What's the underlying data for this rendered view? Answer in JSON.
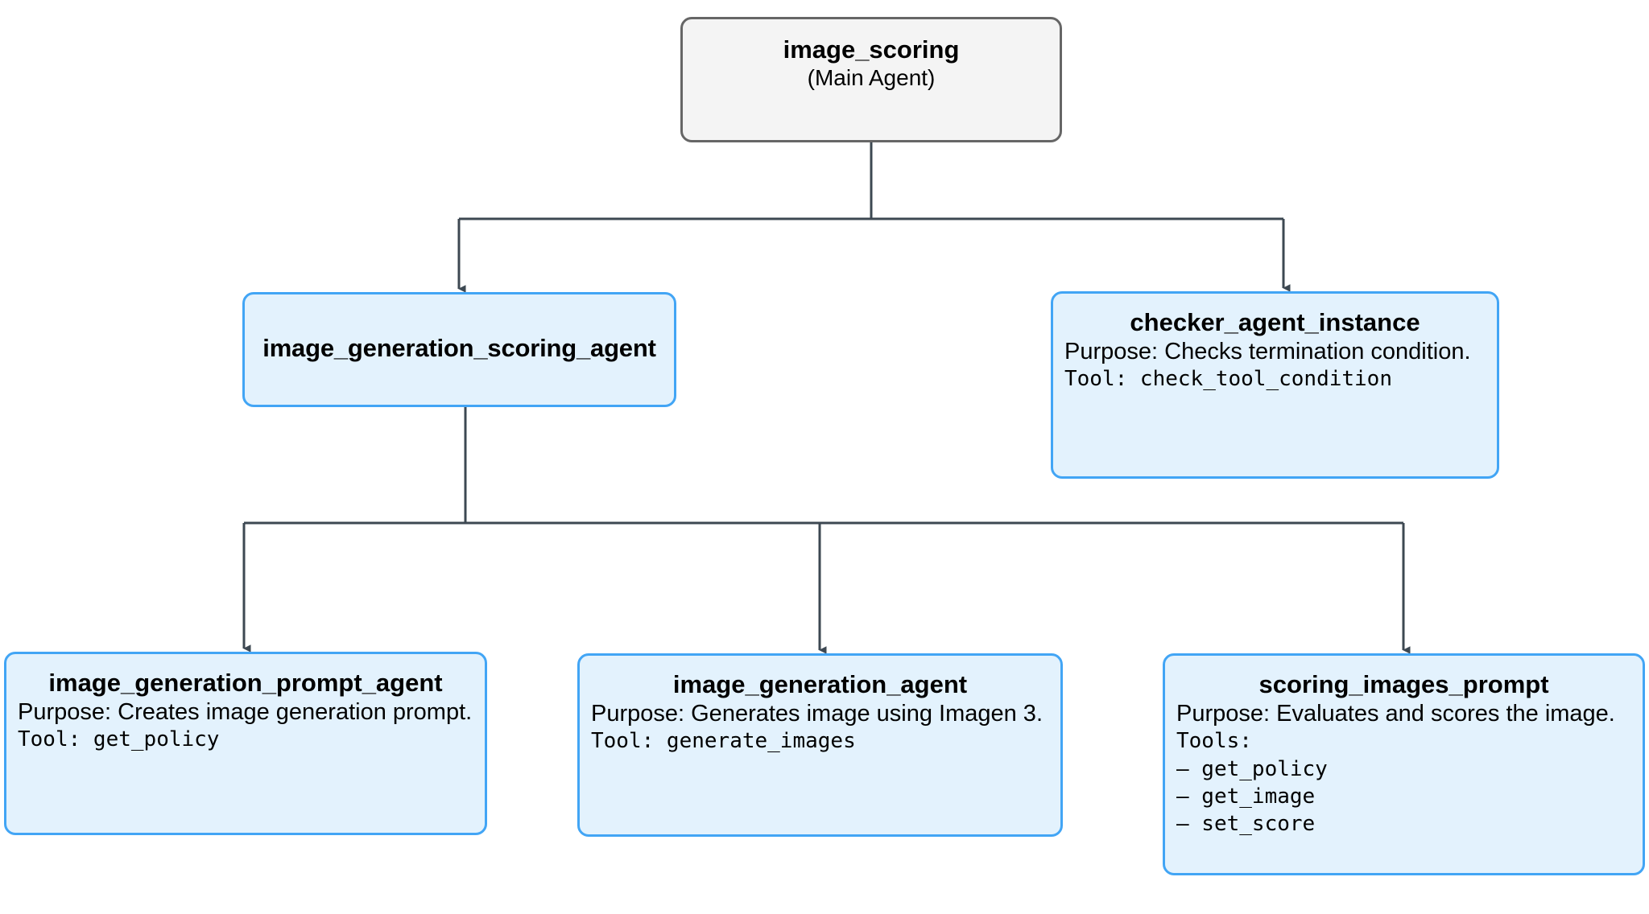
{
  "diagram": {
    "type": "agent-hierarchy-tree",
    "colors": {
      "root_fill": "#f4f4f4",
      "root_border": "#666666",
      "agent_fill": "#e3f2fd",
      "agent_border": "#42a5f5",
      "edge": "#3d4852",
      "text": "#000000"
    },
    "nodes": {
      "root": {
        "title": "image_scoring",
        "subtitle": "(Main Agent)"
      },
      "scoring_agent": {
        "title": "image_generation_scoring_agent"
      },
      "checker": {
        "title": "checker_agent_instance",
        "purpose": "Purpose: Checks termination condition.",
        "tool_label": "Tool: ",
        "tool_name": "check_tool_condition"
      },
      "prompt_agent": {
        "title": "image_generation_prompt_agent",
        "purpose": "Purpose: Creates image generation prompt.",
        "tool_label": "Tool: ",
        "tool_name": "get_policy"
      },
      "generation_agent": {
        "title": "image_generation_agent",
        "purpose": "Purpose: Generates image using Imagen 3.",
        "tool_label": "Tool: ",
        "tool_name": "generate_images"
      },
      "scoring_images_prompt": {
        "title": "scoring_images_prompt",
        "purpose": "Purpose: Evaluates and scores the image.",
        "tools_label": "Tools:",
        "tools": [
          "– get_policy",
          "– get_image",
          "– set_score"
        ]
      }
    },
    "edges": [
      {
        "from": "image_scoring",
        "to": "image_generation_scoring_agent"
      },
      {
        "from": "image_scoring",
        "to": "checker_agent_instance"
      },
      {
        "from": "image_generation_scoring_agent",
        "to": "image_generation_prompt_agent"
      },
      {
        "from": "image_generation_scoring_agent",
        "to": "image_generation_agent"
      },
      {
        "from": "image_generation_scoring_agent",
        "to": "scoring_images_prompt"
      }
    ]
  }
}
